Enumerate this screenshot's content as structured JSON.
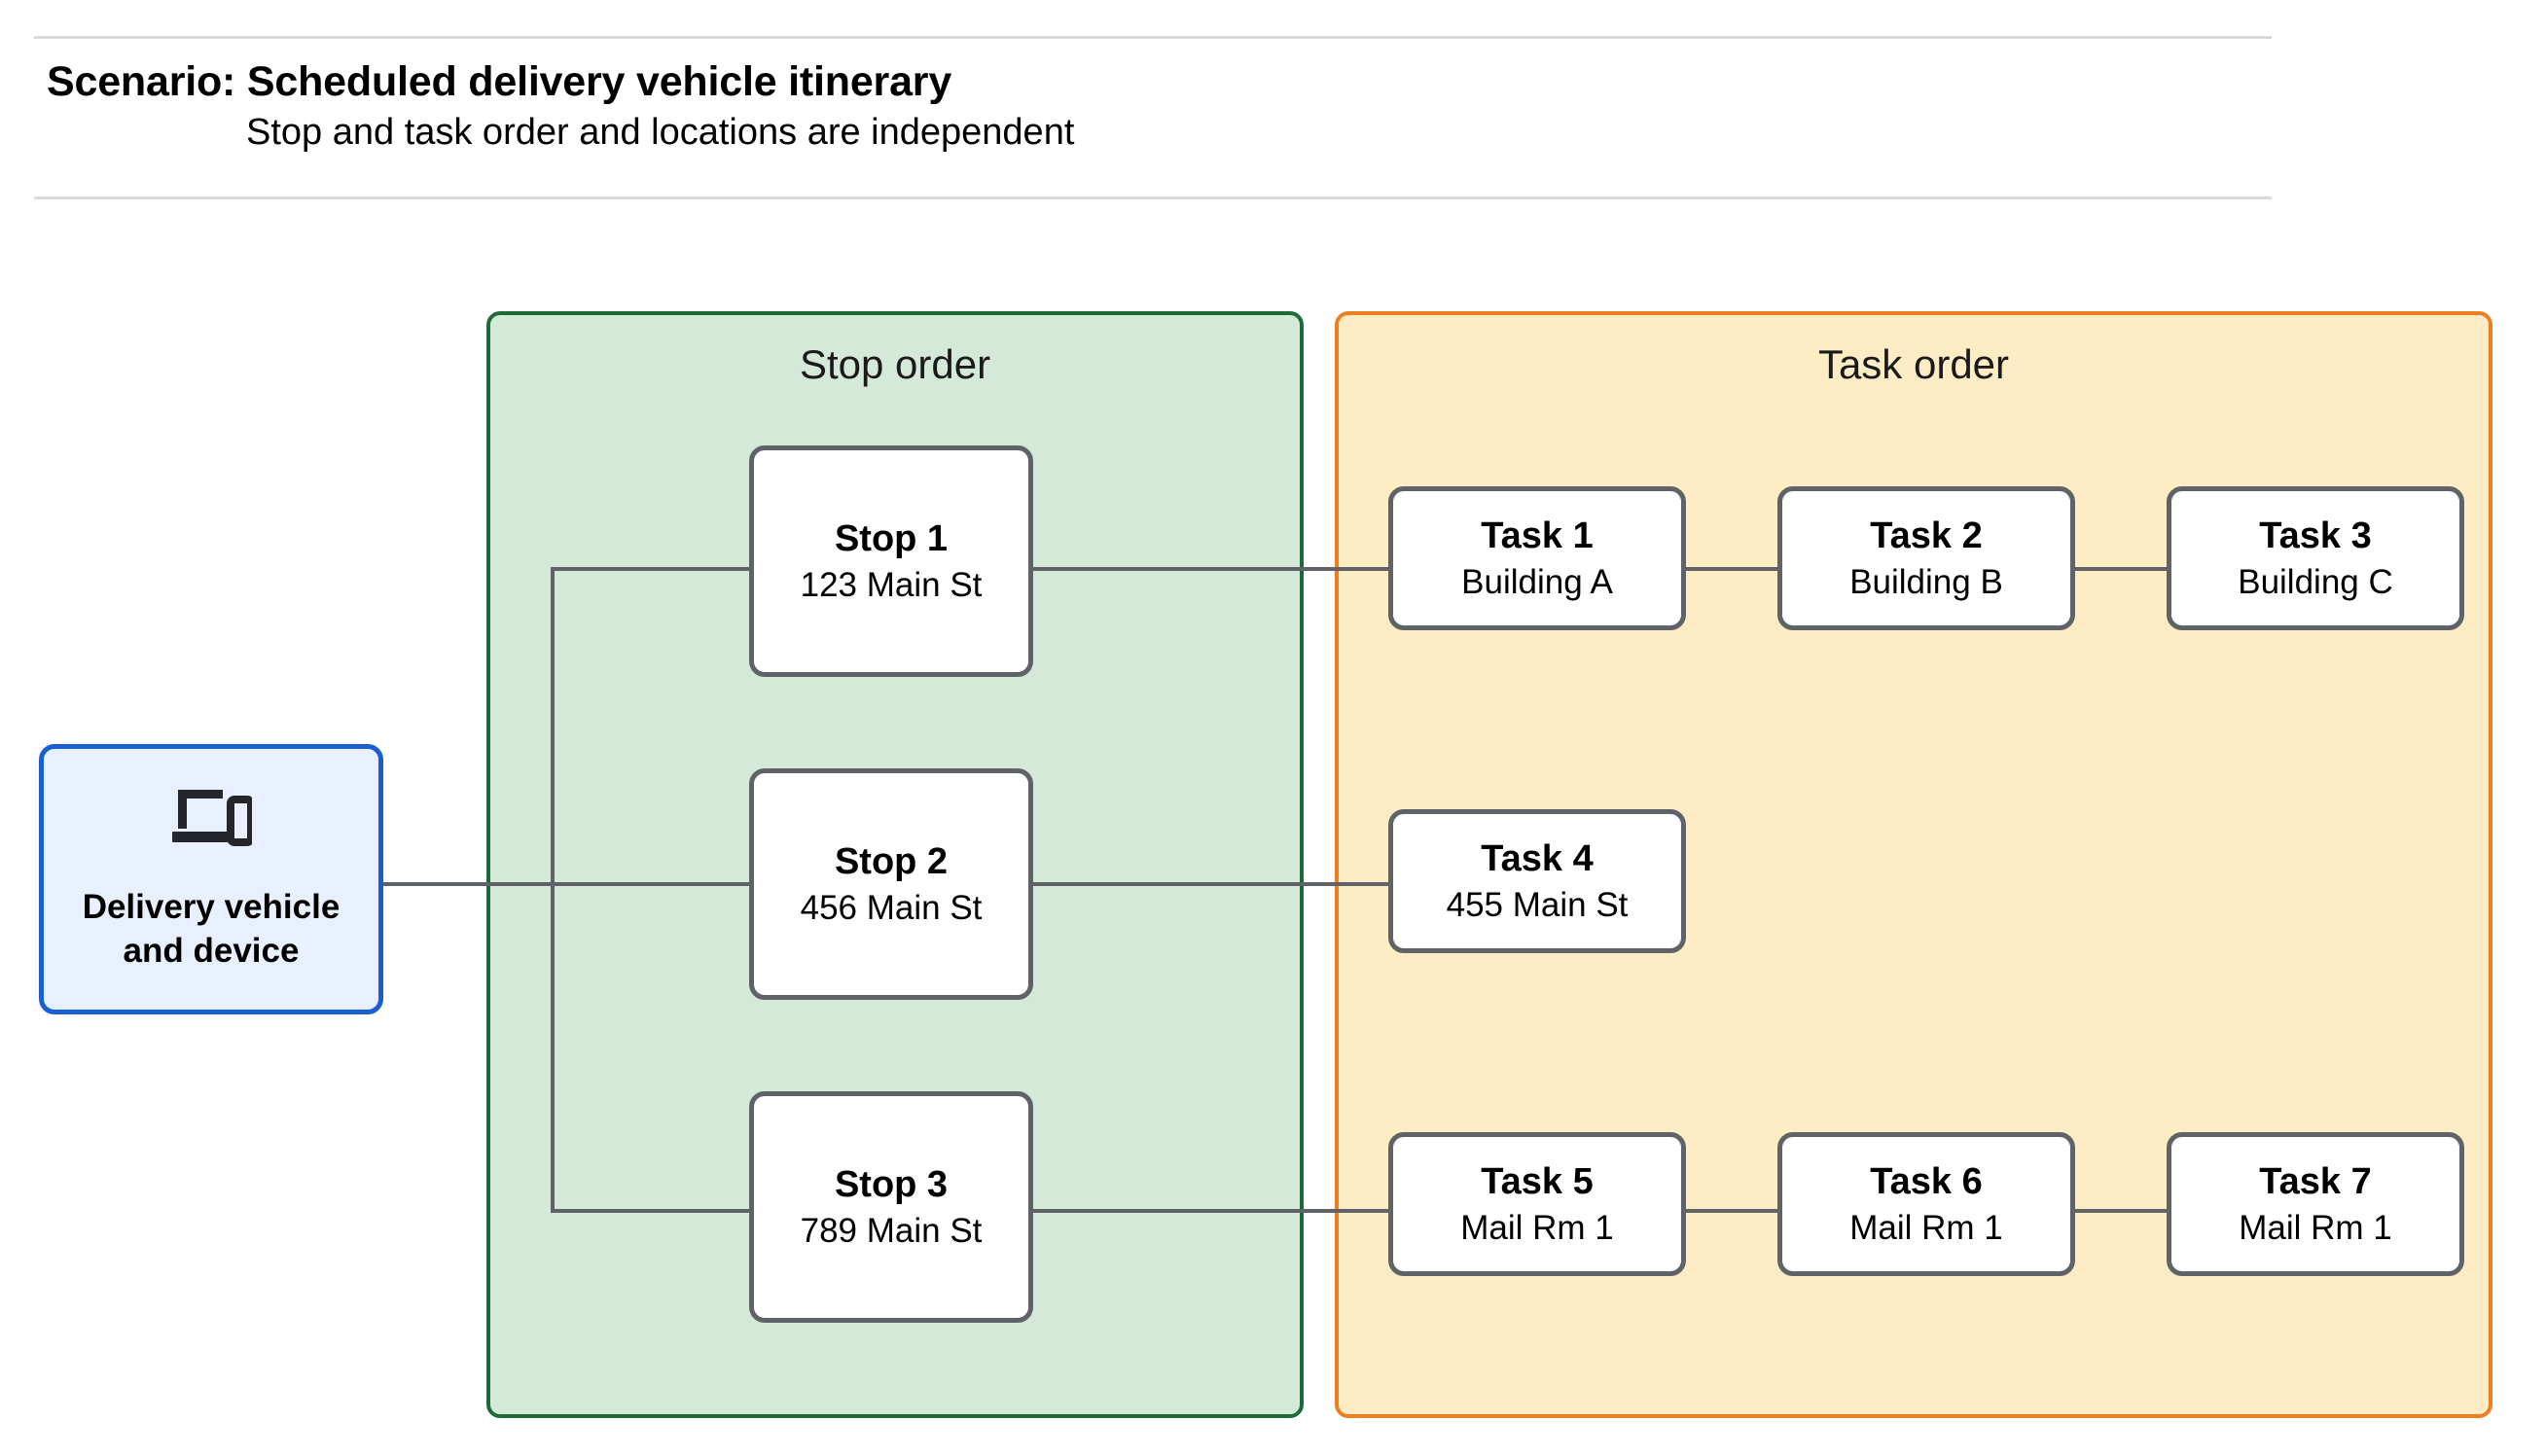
{
  "header": {
    "title": "Scenario: Scheduled delivery vehicle itinerary",
    "subtitle": "Stop and task order and locations are independent"
  },
  "vehicle": {
    "label": "Delivery vehicle\nand device",
    "icon": "devices-icon"
  },
  "stop_panel": {
    "title": "Stop order",
    "fill_color": "#d4e9d7",
    "border_color": "#1e6b3a",
    "stops": [
      {
        "title": "Stop 1",
        "location": "123 Main St"
      },
      {
        "title": "Stop 2",
        "location": "456 Main St"
      },
      {
        "title": "Stop 3",
        "location": "789 Main St"
      }
    ]
  },
  "task_panel": {
    "title": "Task order",
    "fill_color": "#fdecc4",
    "border_color": "#ee7e20",
    "rows": [
      {
        "tasks": [
          {
            "title": "Task 1",
            "location": "Building A"
          },
          {
            "title": "Task 2",
            "location": "Building B"
          },
          {
            "title": "Task 3",
            "location": "Building C"
          }
        ]
      },
      {
        "tasks": [
          {
            "title": "Task 4",
            "location": "455 Main St"
          }
        ]
      },
      {
        "tasks": [
          {
            "title": "Task 5",
            "location": "Mail Rm 1"
          },
          {
            "title": "Task 6",
            "location": "Mail Rm 1"
          },
          {
            "title": "Task 7",
            "location": "Mail Rm 1"
          }
        ]
      }
    ]
  },
  "colors": {
    "connector": "#5f6368",
    "node_border": "#5f6368",
    "vehicle_border": "#1a5fd0",
    "vehicle_fill": "#e8f0fe",
    "rule": "#d9d9d9"
  }
}
